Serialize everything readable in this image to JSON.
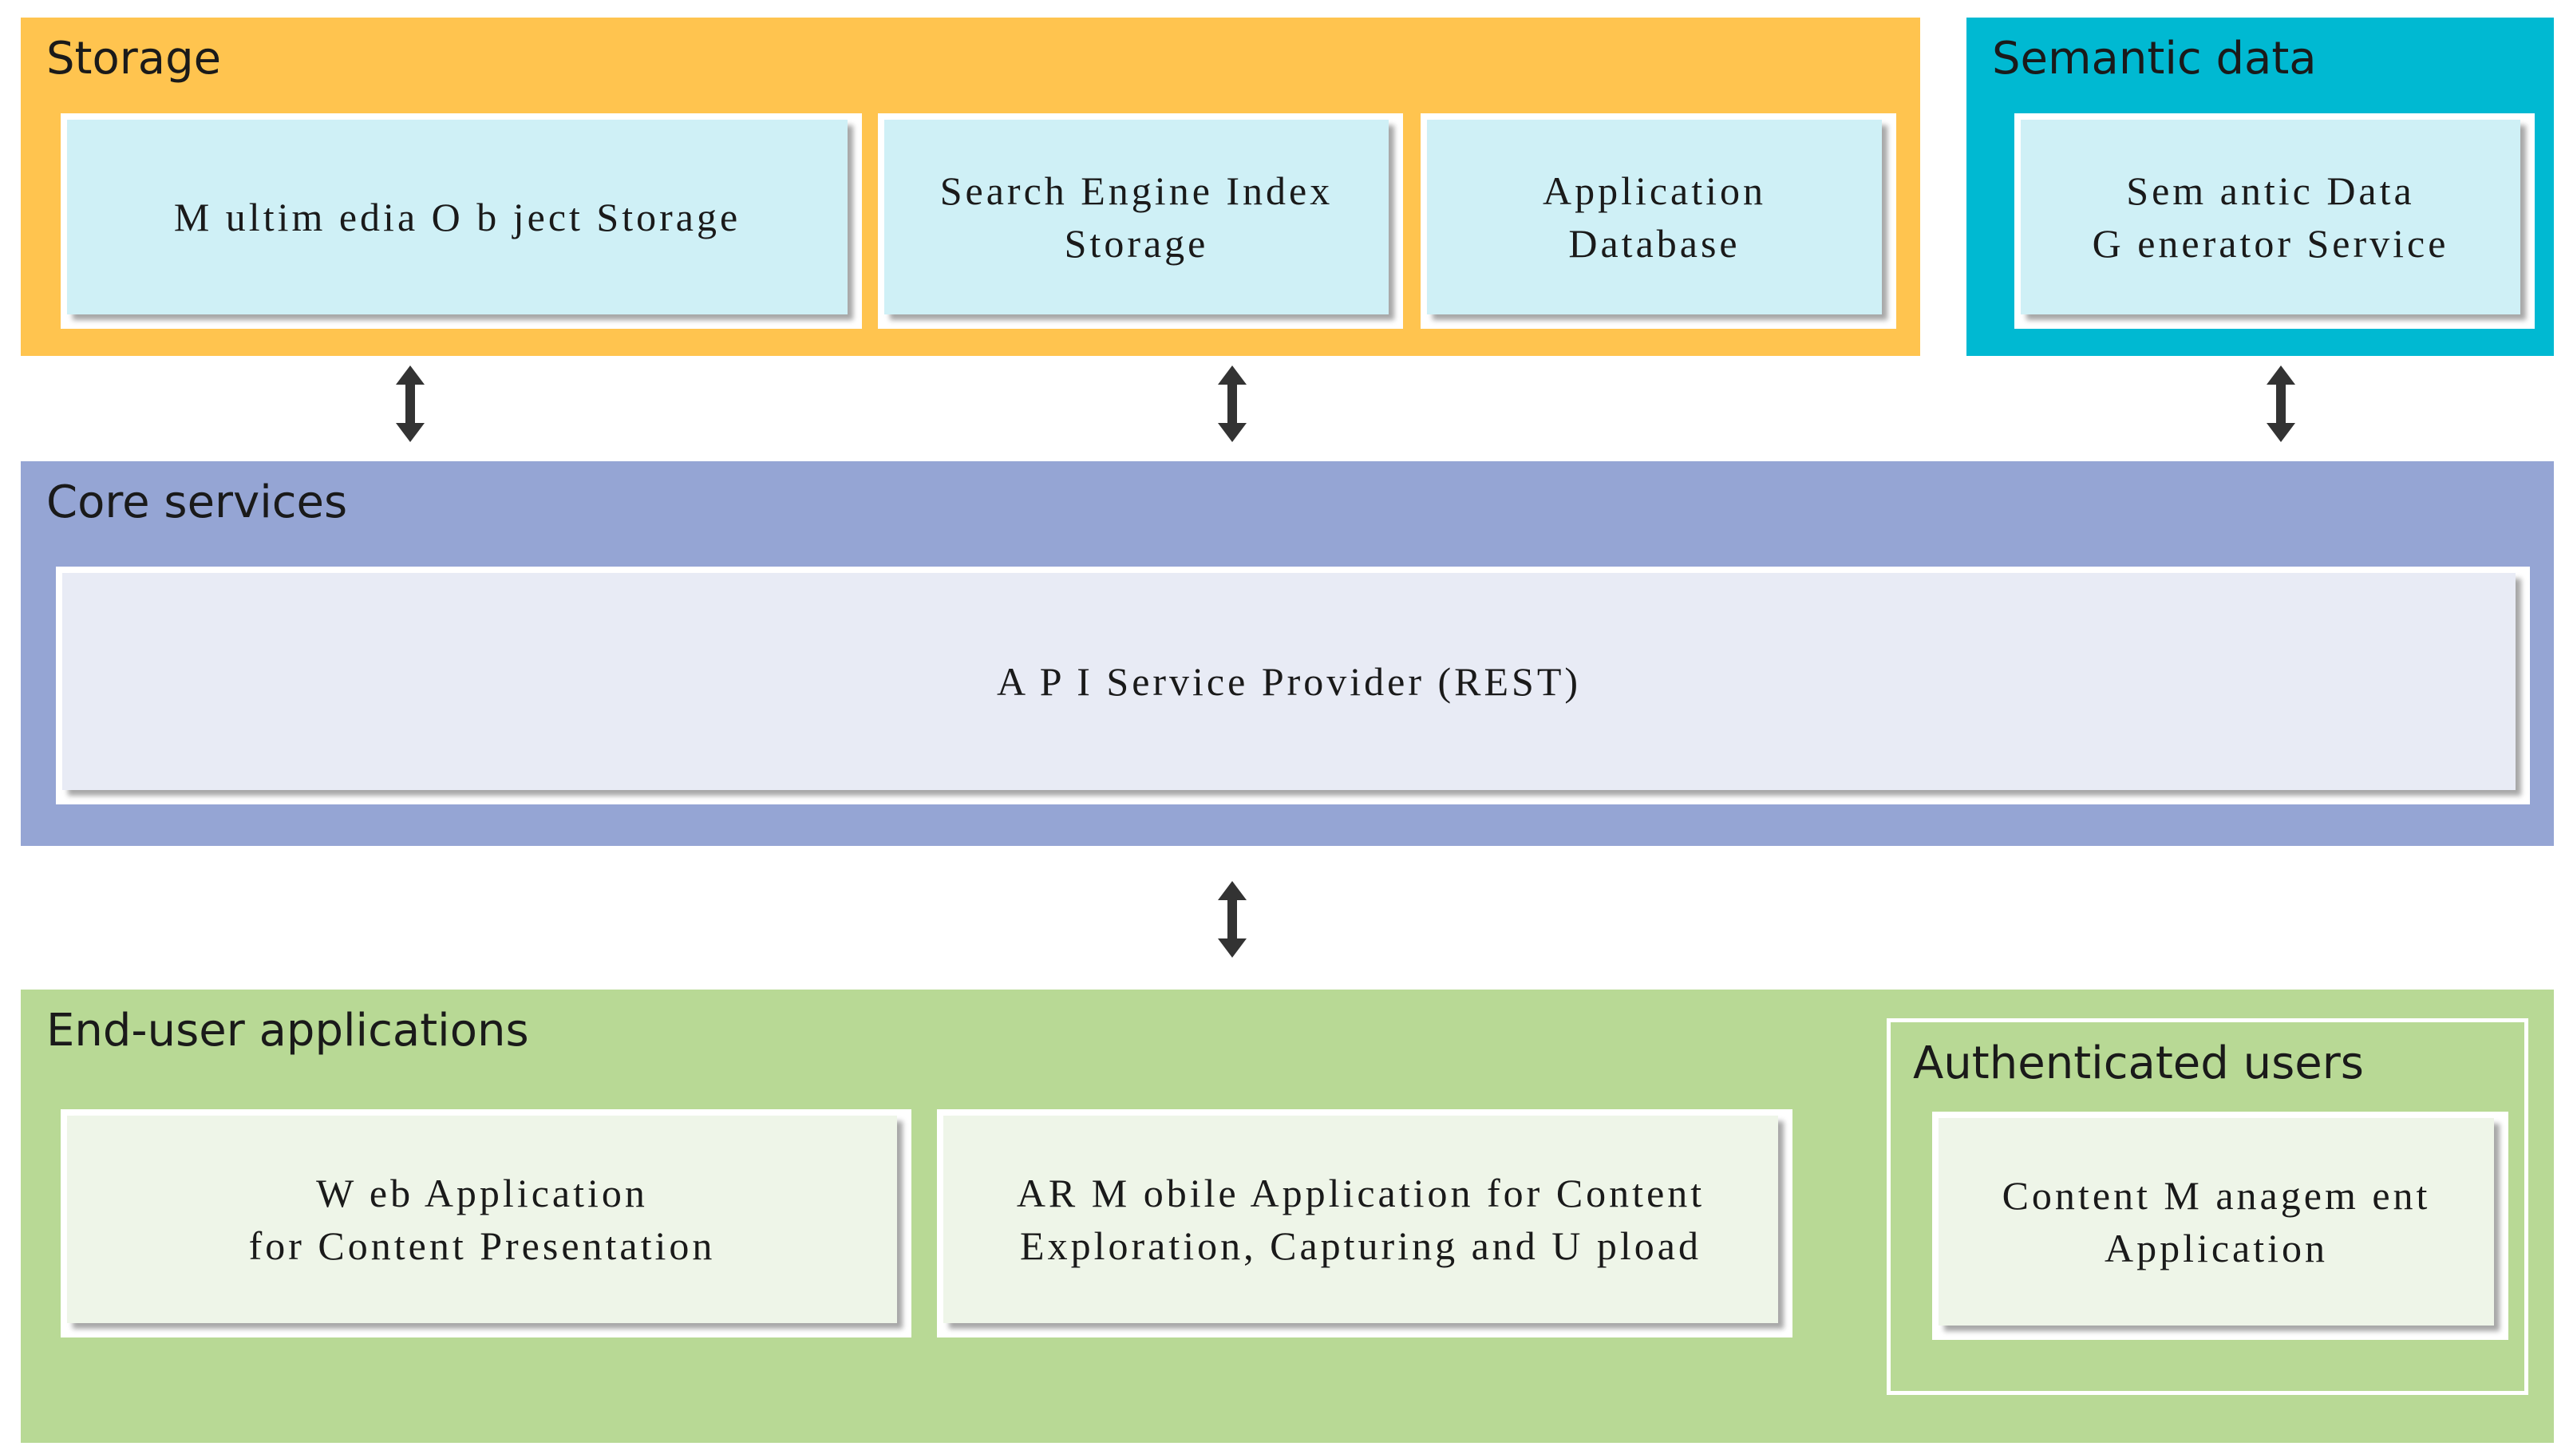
{
  "storage": {
    "title": "Storage",
    "boxes": [
      "M ultim edia O b ject Storage",
      "Search Engine Index\nStorage",
      "Application\nDatabase"
    ]
  },
  "semantic": {
    "title": "Semantic data",
    "boxes": [
      "Sem antic Data\nG enerator Service"
    ]
  },
  "core": {
    "title": "Core services",
    "boxes": [
      "A P I Service Provider (REST)"
    ]
  },
  "enduser": {
    "title": "End-user applications",
    "boxes": [
      "W eb Application\nfor Content Presentation",
      "AR M obile Application for Content\nExploration, Capturing and U pload"
    ],
    "authenticated": {
      "title": "Authenticated users",
      "boxes": [
        "Content M anagem ent\nApplication"
      ]
    }
  },
  "colors": {
    "storage": "#ffc44f",
    "semantic": "#00b9d2",
    "core": "#95a5d4",
    "enduser": "#b8d995"
  },
  "icons": {
    "arrow": "double-headed-vertical-arrow"
  }
}
